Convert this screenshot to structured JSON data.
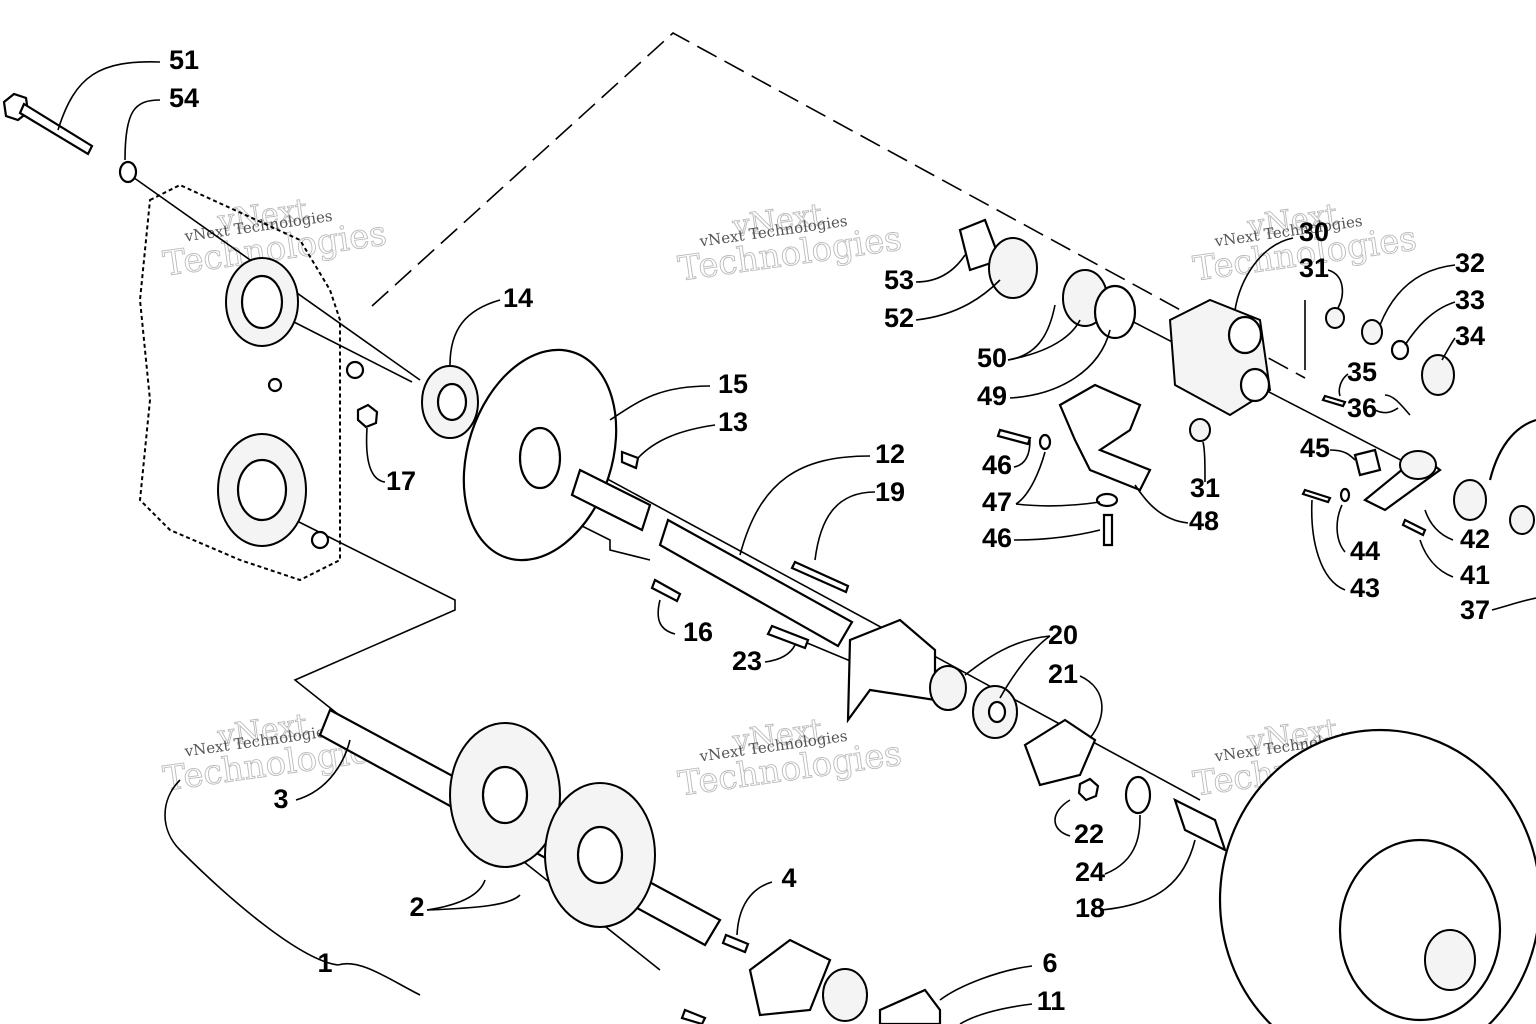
{
  "watermark": {
    "line1": "vNext",
    "line2": "Technologies",
    "small": "vNext Technologies"
  },
  "callouts": [
    {
      "id": "51",
      "text": "51"
    },
    {
      "id": "54",
      "text": "54"
    },
    {
      "id": "14",
      "text": "14"
    },
    {
      "id": "15",
      "text": "15"
    },
    {
      "id": "13",
      "text": "13"
    },
    {
      "id": "12",
      "text": "12"
    },
    {
      "id": "19",
      "text": "19"
    },
    {
      "id": "17",
      "text": "17"
    },
    {
      "id": "16",
      "text": "16"
    },
    {
      "id": "23",
      "text": "23"
    },
    {
      "id": "3",
      "text": "3"
    },
    {
      "id": "2",
      "text": "2"
    },
    {
      "id": "4",
      "text": "4"
    },
    {
      "id": "1",
      "text": "1"
    },
    {
      "id": "6",
      "text": "6"
    },
    {
      "id": "11",
      "text": "11"
    },
    {
      "id": "20",
      "text": "20"
    },
    {
      "id": "21",
      "text": "21"
    },
    {
      "id": "22",
      "text": "22"
    },
    {
      "id": "24",
      "text": "24"
    },
    {
      "id": "18",
      "text": "18"
    },
    {
      "id": "53",
      "text": "53"
    },
    {
      "id": "52",
      "text": "52"
    },
    {
      "id": "50",
      "text": "50"
    },
    {
      "id": "49",
      "text": "49"
    },
    {
      "id": "30",
      "text": "30"
    },
    {
      "id": "31a",
      "text": "31"
    },
    {
      "id": "31b",
      "text": "31"
    },
    {
      "id": "32",
      "text": "32"
    },
    {
      "id": "33",
      "text": "33"
    },
    {
      "id": "34",
      "text": "34"
    },
    {
      "id": "35",
      "text": "35"
    },
    {
      "id": "36",
      "text": "36"
    },
    {
      "id": "46a",
      "text": "46"
    },
    {
      "id": "46b",
      "text": "46"
    },
    {
      "id": "47",
      "text": "47"
    },
    {
      "id": "48",
      "text": "48"
    },
    {
      "id": "45",
      "text": "45"
    },
    {
      "id": "44",
      "text": "44"
    },
    {
      "id": "43",
      "text": "43"
    },
    {
      "id": "42",
      "text": "42"
    },
    {
      "id": "41",
      "text": "41"
    },
    {
      "id": "37",
      "text": "37"
    }
  ]
}
